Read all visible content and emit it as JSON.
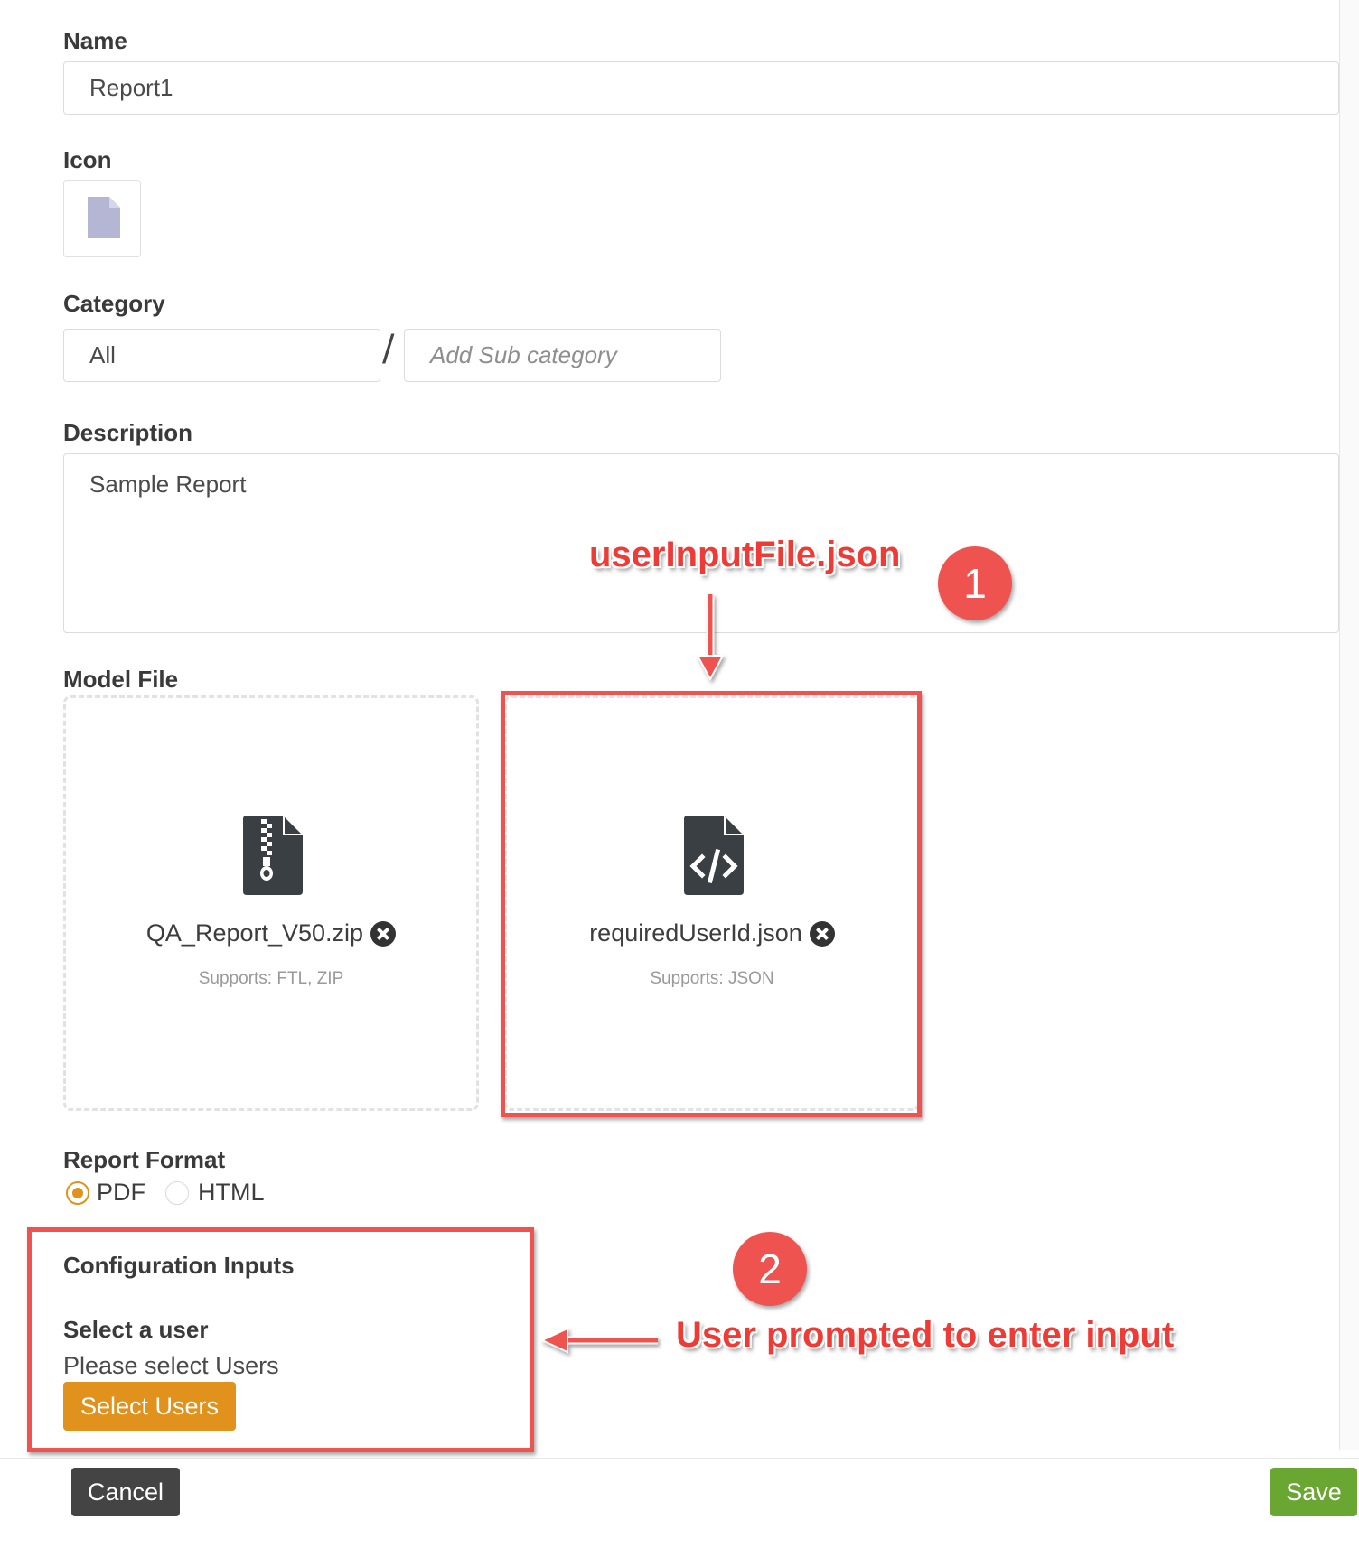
{
  "form": {
    "name_label": "Name",
    "name_value": "Report1",
    "icon_label": "Icon",
    "category_label": "Category",
    "category_value": "All",
    "category_separator": "/",
    "subcategory_placeholder": "Add Sub category",
    "description_label": "Description",
    "description_value": "Sample Report",
    "model_file_label": "Model File",
    "files": [
      {
        "name": "QA_Report_V50.zip",
        "supports": "Supports: FTL, ZIP",
        "icon": "file-zip-icon"
      },
      {
        "name": "requiredUserId.json",
        "supports": "Supports: JSON",
        "icon": "file-code-icon"
      }
    ],
    "report_format_label": "Report Format",
    "report_format_options": [
      "PDF",
      "HTML"
    ],
    "report_format_selected": "PDF",
    "config_inputs_label": "Configuration Inputs",
    "select_user_label": "Select a user",
    "select_user_prompt": "Please select Users",
    "select_users_button": "Select Users"
  },
  "footer": {
    "cancel_label": "Cancel",
    "save_label": "Save"
  },
  "annotations": {
    "callout1_text": "userInputFile.json",
    "callout1_number": "1",
    "callout2_text": "User prompted to enter input",
    "callout2_number": "2",
    "color": "#ef5350"
  },
  "colors": {
    "accent": "#e0921c",
    "save": "#6aa632",
    "cancel": "#444444"
  }
}
